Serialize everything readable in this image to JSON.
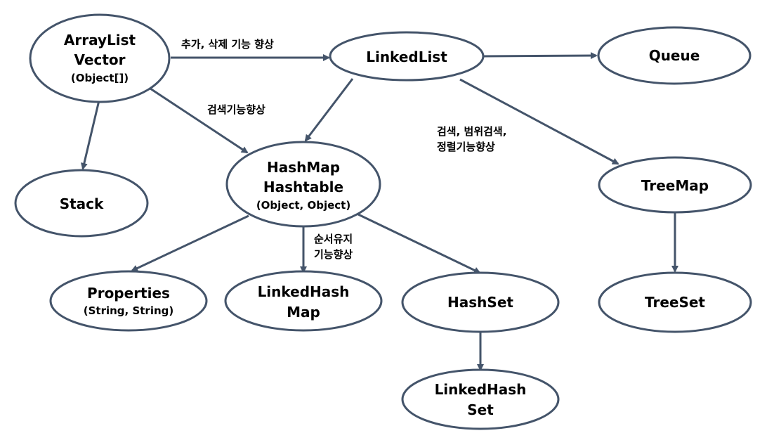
{
  "colors": {
    "stroke": "#44546a",
    "fill": "#ffffff",
    "text": "#000000"
  },
  "nodes": {
    "arraylist": {
      "lines": [
        "ArrayList",
        "Vector",
        "(Object[])"
      ]
    },
    "linkedlist": {
      "lines": [
        "LinkedList"
      ]
    },
    "queue": {
      "lines": [
        "Queue"
      ]
    },
    "stack": {
      "lines": [
        "Stack"
      ]
    },
    "hashmap": {
      "lines": [
        "HashMap",
        "Hashtable",
        "(Object, Object)"
      ]
    },
    "treemap": {
      "lines": [
        "TreeMap"
      ]
    },
    "properties": {
      "lines": [
        "Properties",
        "(String, String)"
      ]
    },
    "linkedhashmap": {
      "lines": [
        "LinkedHash",
        "Map"
      ]
    },
    "hashset": {
      "lines": [
        "HashSet"
      ]
    },
    "treeset": {
      "lines": [
        "TreeSet"
      ]
    },
    "linkedhashset": {
      "lines": [
        "LinkedHash",
        "Set"
      ]
    }
  },
  "edges": [
    {
      "from": "arraylist",
      "to": "linkedlist"
    },
    {
      "from": "arraylist",
      "to": "stack"
    },
    {
      "from": "arraylist",
      "to": "hashmap"
    },
    {
      "from": "linkedlist",
      "to": "hashmap"
    },
    {
      "from": "linkedlist",
      "to": "queue"
    },
    {
      "from": "linkedlist",
      "to": "treemap"
    },
    {
      "from": "hashmap",
      "to": "properties"
    },
    {
      "from": "hashmap",
      "to": "linkedhashmap"
    },
    {
      "from": "hashmap",
      "to": "hashset"
    },
    {
      "from": "treemap",
      "to": "treeset"
    },
    {
      "from": "hashset",
      "to": "linkedhashset"
    }
  ],
  "edge_labels": {
    "add_delete": [
      "추가, 삭제 기능 향상"
    ],
    "search": [
      "검색기능향상"
    ],
    "range_search": [
      "검색, 범위검색,",
      "정렬기능향상"
    ],
    "order": [
      "순서유지",
      "기능향상"
    ]
  }
}
